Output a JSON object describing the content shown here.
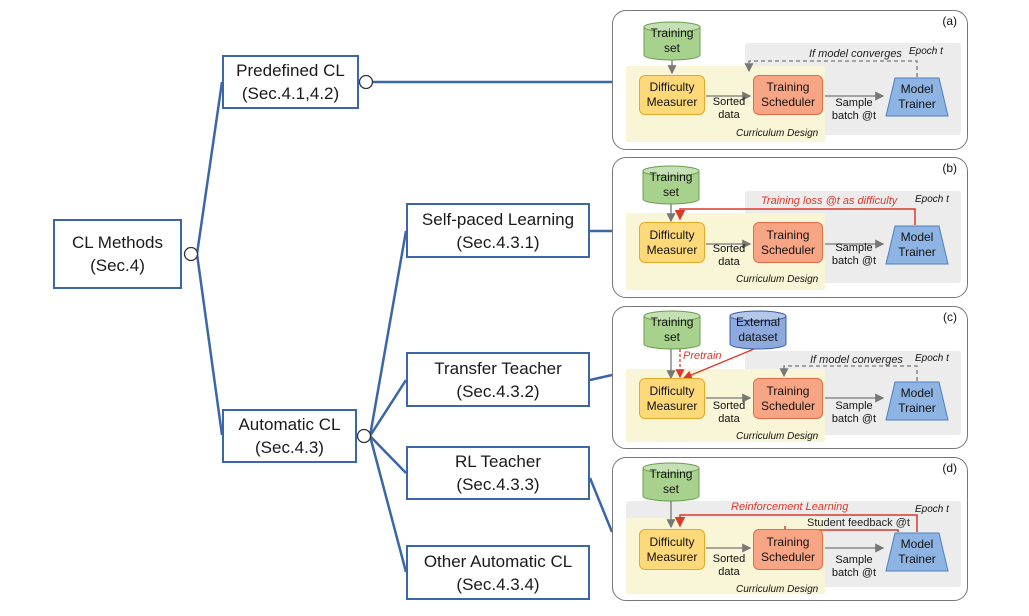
{
  "tree": {
    "root": {
      "title": "CL Methods",
      "sec": "(Sec.4)"
    },
    "predefined": {
      "title": "Predefined CL",
      "sec": "(Sec.4.1,4.2)"
    },
    "automatic": {
      "title": "Automatic CL",
      "sec": "(Sec.4.3)"
    },
    "spl": {
      "title": "Self-paced Learning",
      "sec": "(Sec.4.3.1)"
    },
    "transfer": {
      "title": "Transfer Teacher",
      "sec": "(Sec.4.3.2)"
    },
    "rl": {
      "title": "RL Teacher",
      "sec": "(Sec.4.3.3)"
    },
    "other": {
      "title": "Other Automatic CL",
      "sec": "(Sec.4.3.4)"
    }
  },
  "common": {
    "training_set": [
      "Training",
      "set"
    ],
    "difficulty_measurer": [
      "Difficulty",
      "Measurer"
    ],
    "training_scheduler": [
      "Training",
      "Scheduler"
    ],
    "model_trainer": [
      "Model",
      "Trainer"
    ],
    "sorted_data": [
      "Sorted",
      "data"
    ],
    "sample_batch": [
      "Sample",
      "batch @t"
    ],
    "curriculum_design": "Curriculum Design",
    "epoch": "Epoch t"
  },
  "panels": {
    "a": {
      "tag": "(a)",
      "feedback": "If model converges"
    },
    "b": {
      "tag": "(b)",
      "feedback": "Training loss @t as difficulty"
    },
    "c": {
      "tag": "(c)",
      "feedback": "If model converges",
      "external": [
        "External",
        "dataset"
      ],
      "pretrain": "Pretrain"
    },
    "d": {
      "tag": "(d)",
      "feedback": "Reinforcement Learning",
      "student": "Student feedback @t"
    }
  },
  "colors": {
    "tree_line": "#3b66a8",
    "difficulty_fill": "#fed97a",
    "scheduler_fill": "#f8a585",
    "trainer_fill": "#8db4e2",
    "training_set_fill": "#a9d18e",
    "external_fill": "#8ea9db",
    "feedback_red": "#d93a2b"
  }
}
